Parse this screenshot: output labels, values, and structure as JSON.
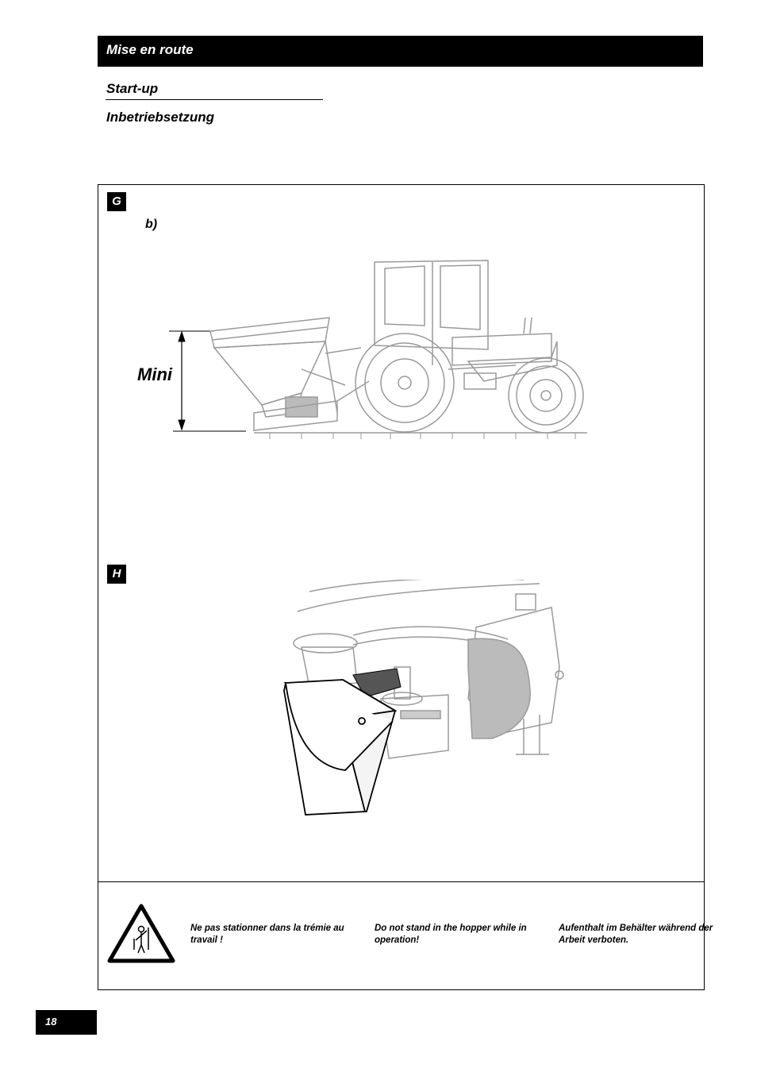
{
  "header": {
    "title": "Mise en route"
  },
  "subtitles": [
    "Start-up",
    "Inbetriebsetzung"
  ],
  "figures": {
    "g": {
      "badge": "G",
      "sub_label": "b)",
      "dimension_label": "Mini"
    },
    "h": {
      "badge": "H"
    }
  },
  "warning": {
    "icon": "person-in-hopper-warning-icon",
    "fr": "Ne pas stationner dans la trémie au travail !",
    "en": "Do not stand in the hopper while in operation!",
    "de": "Aufenthalt im Behälter während der Arbeit verboten."
  },
  "footer": {
    "page_number": "18"
  }
}
